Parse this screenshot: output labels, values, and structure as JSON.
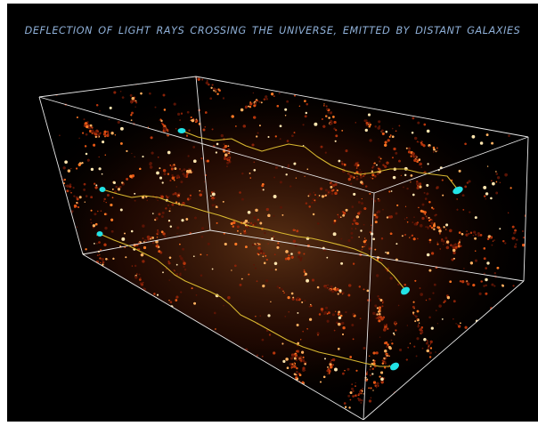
{
  "figure": {
    "title": "DEFLECTION  OF  LIGHT RAYS  CROSSING   THE UNIVERSE, EMITTED BY  DISTANT GALAXIES"
  },
  "colors": {
    "background": "#000000",
    "box_edges": "#e8e8e8",
    "title_text": "#8fb0d8",
    "cosmic_web": "#ff6a1a",
    "web_hot": "#ffd89a",
    "light_rays": "#d8b830",
    "galaxies": "#22e3e6"
  },
  "scene": {
    "box": "3D wireframe simulation volume",
    "light_ray_count": 3,
    "galaxy_marker_count": 6
  }
}
